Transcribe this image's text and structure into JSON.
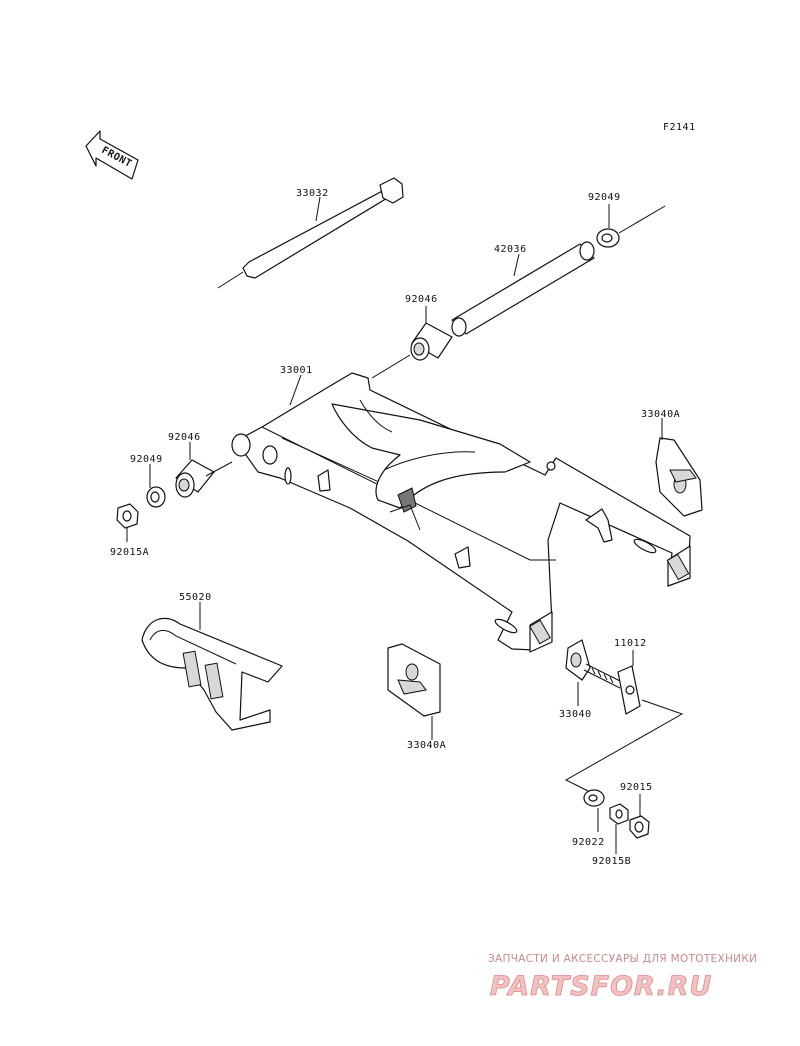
{
  "figure_code": "F2141",
  "front_label": "FRONT",
  "parts": {
    "p33032": "33032",
    "p92049_top": "92049",
    "p42036": "42036",
    "p92046_top": "92046",
    "p33001": "33001",
    "p33040A_right": "33040A",
    "p92046_left": "92046",
    "p92049_left": "92049",
    "p92015A": "92015A",
    "p55020": "55020",
    "p11012": "11012",
    "p33040": "33040",
    "p33040A_bottom": "33040A",
    "p92015": "92015",
    "p92022": "92022",
    "p92015B": "92015B"
  },
  "watermark": {
    "tagline": "ЗАПЧАСТИ И АКСЕССУАРЫ ДЛЯ МОТОТЕХНИКИ",
    "logo_text": "PARTSFOR.RU"
  }
}
